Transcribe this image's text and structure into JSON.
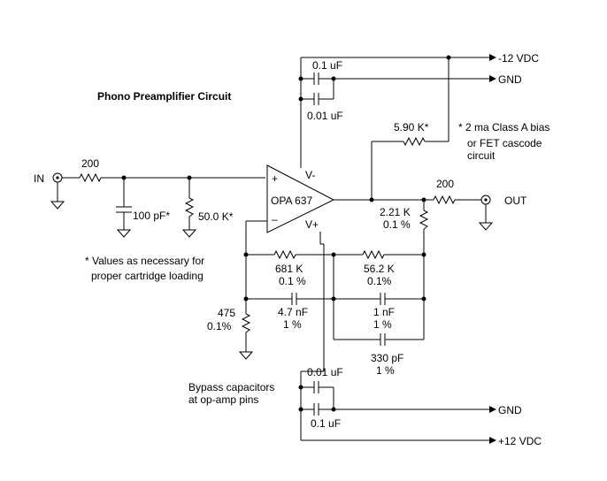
{
  "title": "Phono Preamplifier Circuit",
  "terminals": {
    "in": "IN",
    "out": "OUT",
    "neg_supply": "-12 VDC",
    "pos_supply": "+12 VDC",
    "gnd_top": "GND",
    "gnd_bottom": "GND"
  },
  "opamp": {
    "name": "OPA 637",
    "plus": "+",
    "minus": "–",
    "vminus": "V-",
    "vplus": "V+"
  },
  "components": {
    "r_in": "200",
    "c_in": "100 pF*",
    "r_load": "50.0 K*",
    "r_bias": "5.90 K*",
    "r_out": "200",
    "r_221": "2.21 K",
    "r_221_tol": "0.1 %",
    "r_681": "681 K",
    "r_681_tol": "0.1 %",
    "r_562": "56.2 K",
    "r_562_tol": "0.1%",
    "r_475": "475",
    "r_475_tol": "0.1%",
    "c_47": "4.7 nF",
    "c_47_tol": "1 %",
    "c_1n": "1 nF",
    "c_1n_tol": "1 %",
    "c_330": "330 pF",
    "c_330_tol": "1 %",
    "c_top_01": "0.1 uF",
    "c_top_001": "0.01 uF",
    "c_bot_001": "0.01 uF",
    "c_bot_01": "0.1 uF"
  },
  "notes": {
    "bias_1": "* 2 ma Class A bias",
    "bias_2": "or FET cascode",
    "bias_3": "circuit",
    "loading_1": "* Values as necessary for",
    "loading_2": "proper cartridge loading",
    "bypass_1": "Bypass capacitors",
    "bypass_2": "at op-amp pins"
  }
}
